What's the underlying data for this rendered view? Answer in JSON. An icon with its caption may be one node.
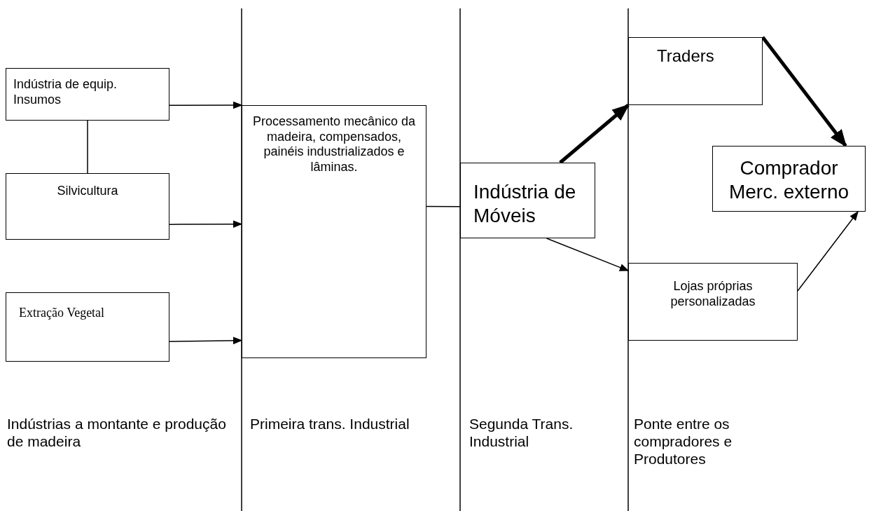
{
  "diagram": {
    "nodes": [
      {
        "text": [
          "Indústria de equip. Insumos"
        ]
      },
      {
        "text": [
          "Silvicultura"
        ]
      },
      {
        "text": [
          "Extração Vegetal"
        ]
      },
      {
        "text": [
          "Processamento mecânico da madeira, compensados, painéis industrializados e lâminas."
        ]
      },
      {
        "text": [
          "Indústria de Móveis"
        ]
      },
      {
        "text": [
          "Traders"
        ]
      },
      {
        "text": [
          "Comprador Merc. externo"
        ]
      },
      {
        "text": [
          "Lojas próprias personalizadas"
        ]
      }
    ],
    "edges": [
      {
        "from": 0,
        "to": 3,
        "arrow": "to"
      },
      {
        "from": 1,
        "to": 3,
        "arrow": "to"
      },
      {
        "from": 2,
        "to": 3,
        "arrow": "to"
      },
      {
        "from": 0,
        "to": 1,
        "arrow": "none"
      },
      {
        "from": 3,
        "to": 4,
        "arrow": "none"
      },
      {
        "from": 4,
        "to": 5,
        "arrow": "to",
        "style": "thick"
      },
      {
        "from": 4,
        "to": 7,
        "arrow": "to"
      },
      {
        "from": 5,
        "to": 6,
        "arrow": "to",
        "style": "thick"
      },
      {
        "from": 7,
        "to": 6,
        "arrow": "to"
      }
    ],
    "labels": [
      "Indústrias a montante e produção de madeira",
      "Primeira trans. Industrial",
      "Segunda Trans. Industrial",
      "Ponte entre os compradores e Produtores"
    ]
  }
}
